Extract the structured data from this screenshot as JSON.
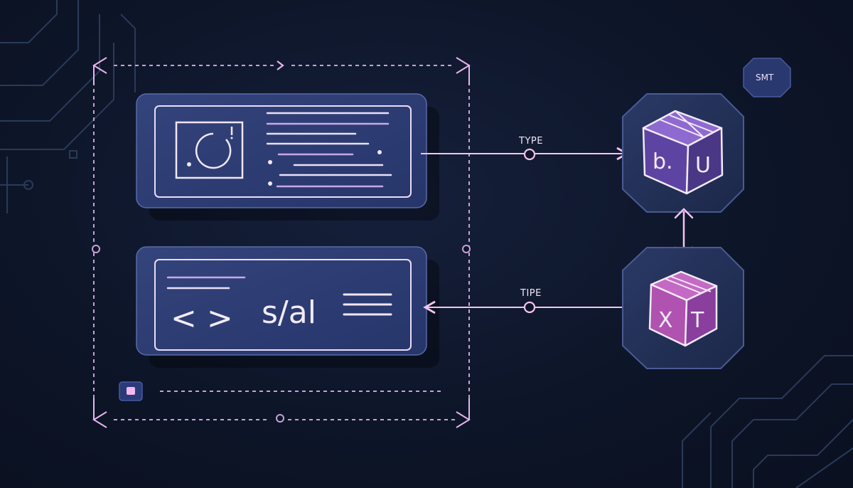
{
  "badge": {
    "label": "SMT"
  },
  "connections": {
    "top_label": "TYPE",
    "bottom_label": "TIPE"
  },
  "code_panel": {
    "brackets": "< >",
    "code_text": "s/al"
  },
  "cube_top": {
    "face_left": "b.",
    "face_right": "U"
  },
  "cube_bottom": {
    "face_left": "X",
    "face_right": "T"
  },
  "colors": {
    "accent_pink": "#f4b8f0",
    "accent_purple": "#b48ae0",
    "panel_fill": "#2b3a6e",
    "hex_fill": "#233158",
    "background": "#0d1528"
  }
}
